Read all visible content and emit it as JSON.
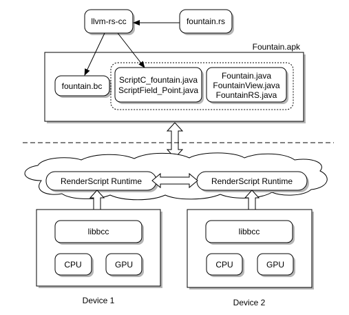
{
  "apk": {
    "label": "Fountain.apk",
    "fountain_bc": "fountain.bc",
    "script_files": [
      "ScriptC_fountain.java",
      "ScriptField_Point.java"
    ],
    "java_files": [
      "Fountain.java",
      "FountainView.java",
      "FountainRS.java"
    ]
  },
  "compiler": {
    "label": "llvm-rs-cc"
  },
  "source": {
    "label": "fountain.rs"
  },
  "runtime": {
    "left_label": "RenderScript Runtime",
    "right_label": "RenderScript Runtime"
  },
  "devices": [
    {
      "label": "Device 1",
      "libbcc": "libbcc",
      "cpu": "CPU",
      "gpu": "GPU"
    },
    {
      "label": "Device 2",
      "libbcc": "libbcc",
      "cpu": "CPU",
      "gpu": "GPU"
    }
  ]
}
